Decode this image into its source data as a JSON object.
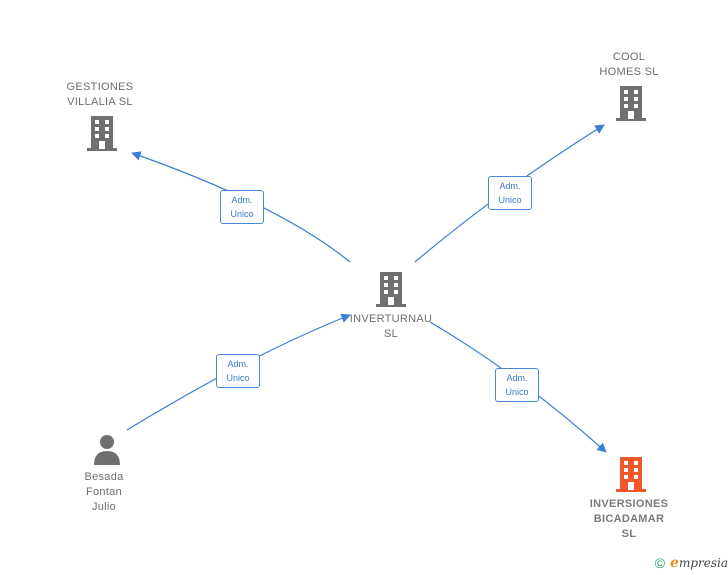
{
  "nodes": {
    "center": {
      "label": "INVERTURNAU\nSL",
      "type": "company"
    },
    "gestiones": {
      "label": "GESTIONES\nVILLALIA SL",
      "type": "company"
    },
    "cool_homes": {
      "label": "COOL\nHOMES  SL",
      "type": "company"
    },
    "inversiones": {
      "label": "INVERSIONES\nBICADAMAR\nSL",
      "type": "company",
      "highlight": true
    },
    "person": {
      "label": "Besada\nFontan\nJulio",
      "type": "person"
    }
  },
  "edges": [
    {
      "from": "center",
      "to": "gestiones",
      "label": "Adm.\nUnico"
    },
    {
      "from": "center",
      "to": "cool_homes",
      "label": "Adm.\nUnico"
    },
    {
      "from": "person",
      "to": "center",
      "label": "Adm.\nUnico"
    },
    {
      "from": "center",
      "to": "inversiones",
      "label": "Adm.\nUnico"
    }
  ],
  "colors": {
    "edge": "#3b7fd4",
    "company_icon": "#6f6f6f",
    "highlight_icon": "#f0562a",
    "person_icon": "#6f6f6f"
  },
  "icons": {
    "company": "building-icon",
    "person": "person-icon",
    "copyright": "copyright-icon"
  },
  "footer": {
    "copyright": "©",
    "brand_initial": "e",
    "brand_rest": "mpresia"
  }
}
